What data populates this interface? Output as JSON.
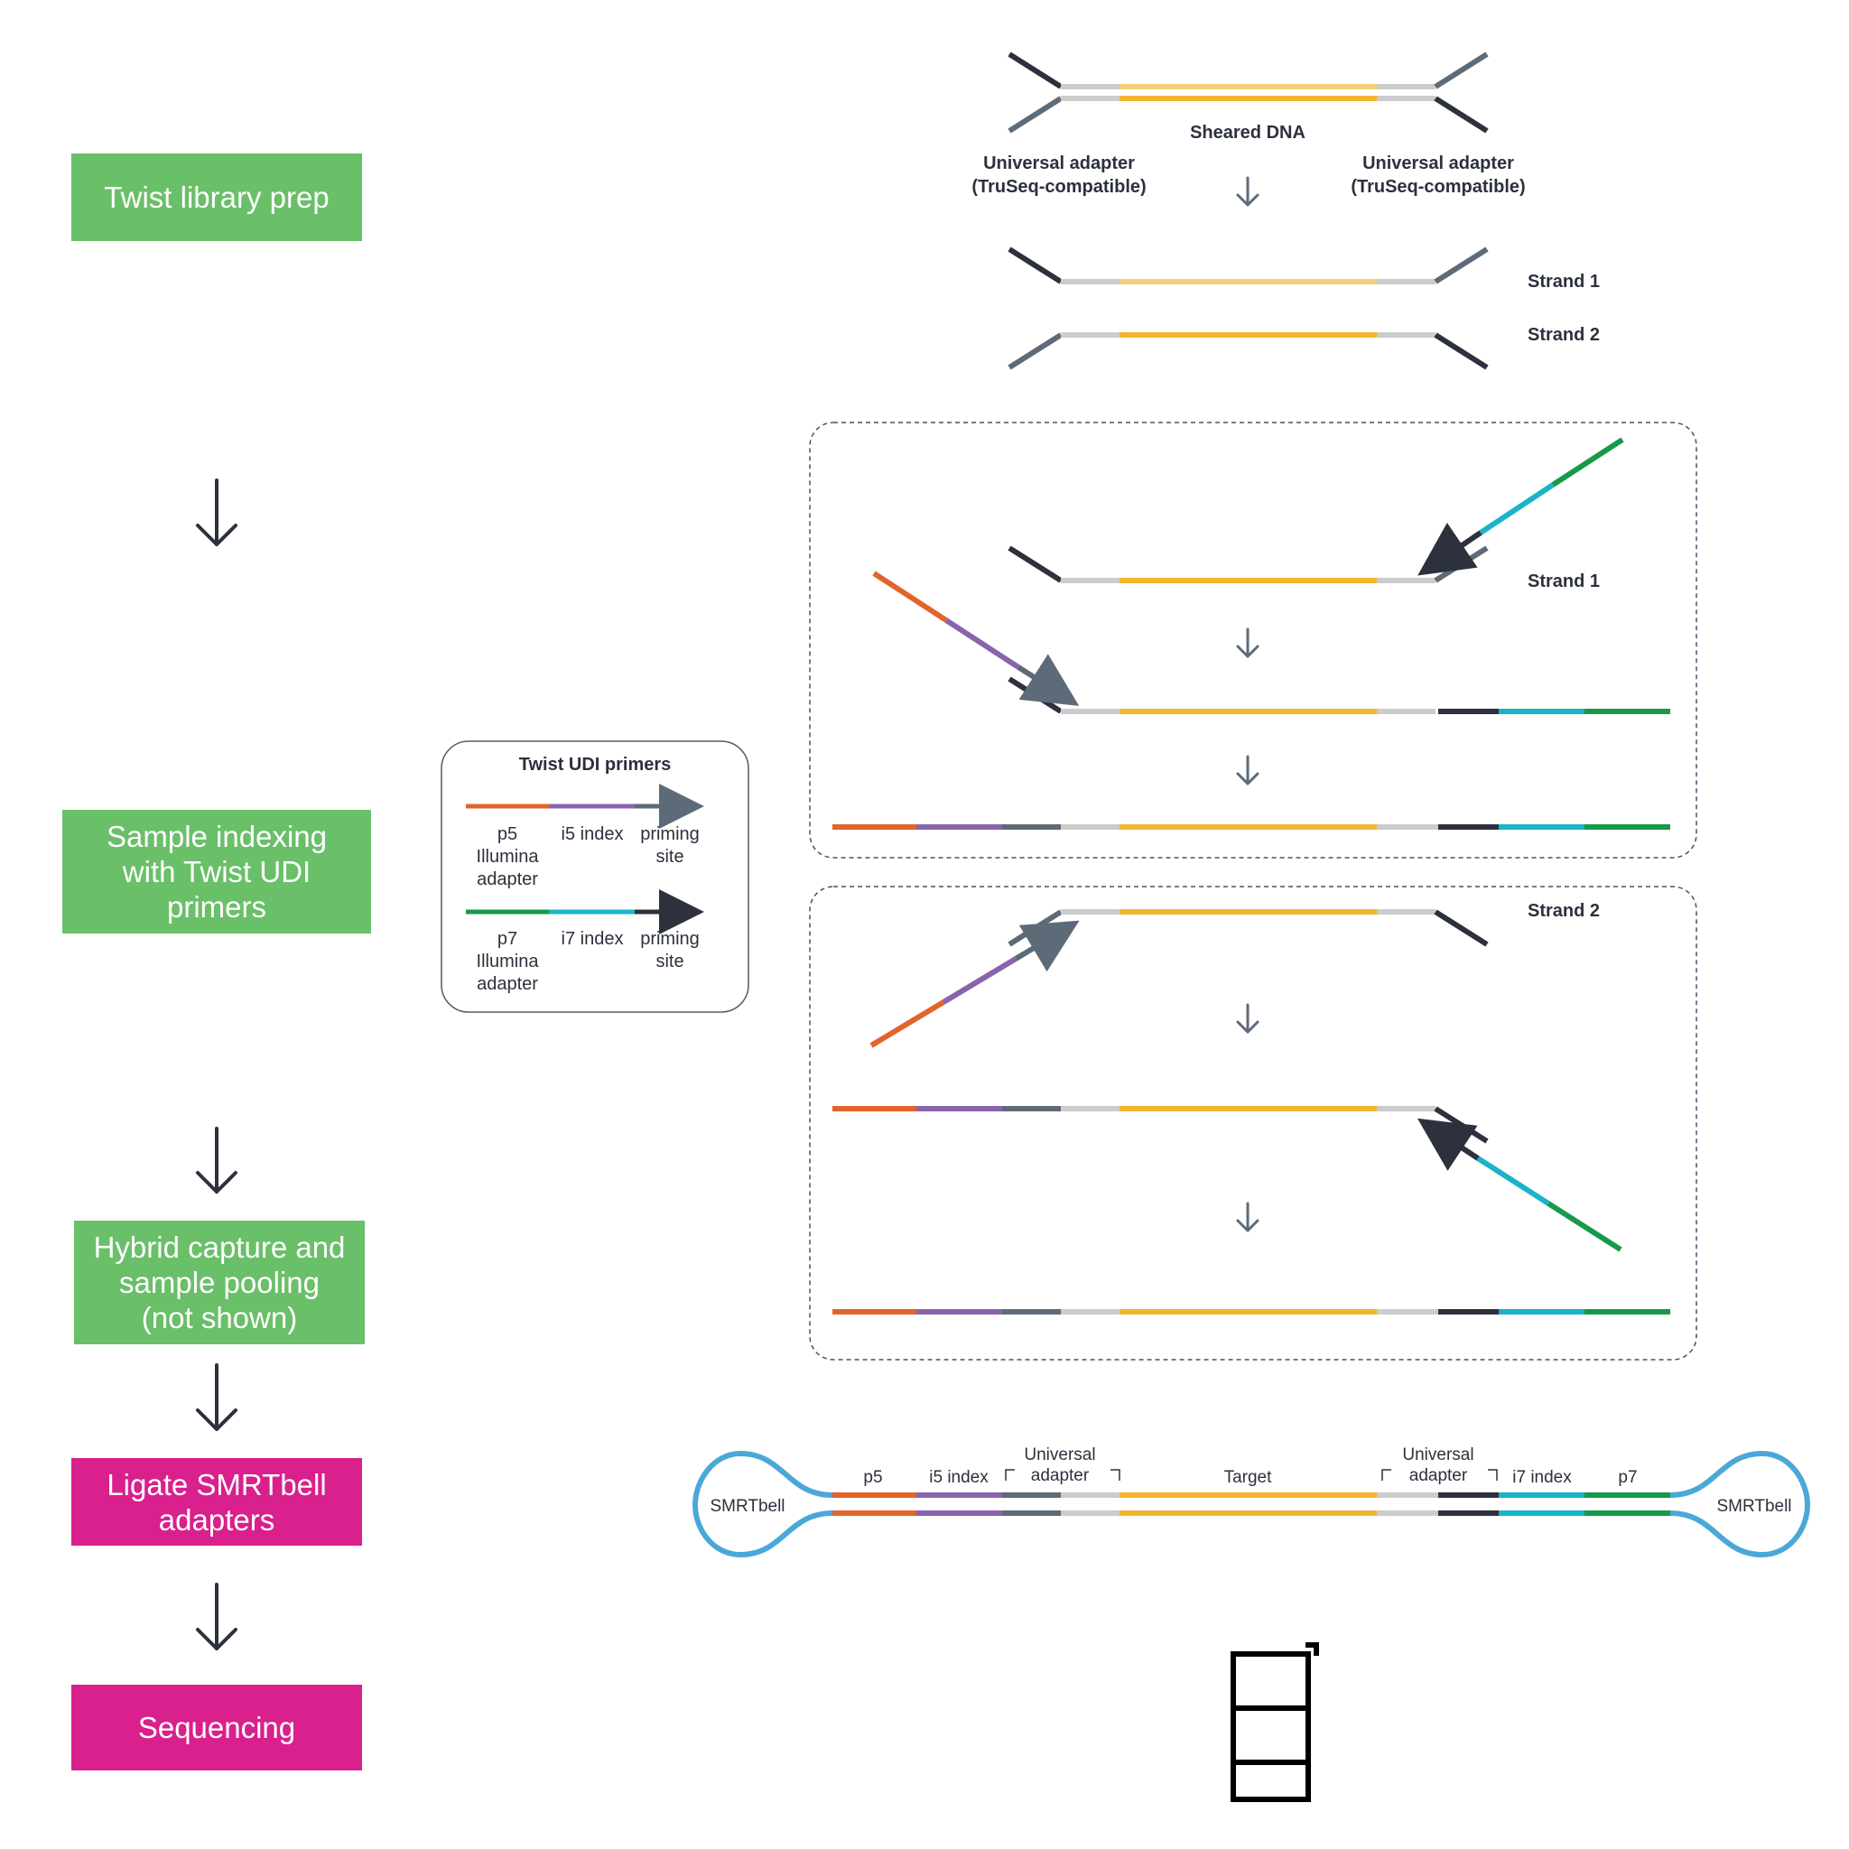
{
  "colors": {
    "p5": "#e2642a",
    "i5": "#8a63ad",
    "priming": "#5d6a78",
    "adapter_gray": "#cccccc",
    "target": "#f1b630",
    "target_light": "#f4cf7a",
    "dark": "#2c313d",
    "i7": "#1ab3c8",
    "p7": "#17994a",
    "smrtbell": "#4aa8d8",
    "green_box": "#6abf69",
    "magenta_box": "#d9208c",
    "arrow": "#5d6a78",
    "dashed": "#4a4f6a"
  },
  "steps": [
    {
      "label": "Twist library prep",
      "color": "green"
    },
    {
      "label": "Sample indexing\nwith Twist UDI\nprimers",
      "color": "green"
    },
    {
      "label": "Hybrid capture and\nsample pooling\n(not shown)",
      "color": "green"
    },
    {
      "label": "Ligate SMRTbell\nadapters",
      "color": "magenta"
    },
    {
      "label": "Sequencing",
      "color": "magenta"
    }
  ],
  "top": {
    "sheared_label": "Sheared DNA",
    "left_adapter_line1": "Universal adapter",
    "left_adapter_line2": "(TruSeq-compatible)",
    "right_adapter_line1": "Universal adapter",
    "right_adapter_line2": "(TruSeq-compatible)",
    "strand1": "Strand 1",
    "strand2": "Strand 2"
  },
  "panel1": {
    "strand_label": "Strand 1"
  },
  "panel2": {
    "strand_label": "Strand 2"
  },
  "legend": {
    "title": "Twist UDI primers",
    "row1": {
      "a_line1": "p5",
      "a_line2": "Illumina",
      "a_line3": "adapter",
      "b": "i5 index",
      "c_line1": "priming",
      "c_line2": "site"
    },
    "row2": {
      "a_line1": "p7",
      "a_line2": "Illumina",
      "a_line3": "adapter",
      "b": "i7 index",
      "c_line1": "priming",
      "c_line2": "site"
    }
  },
  "smrt": {
    "left_bell": "SMRTbell",
    "right_bell": "SMRTbell",
    "p5": "p5",
    "i5": "i5 index",
    "univ_left_line1": "Universal",
    "univ_left_line2": "adapter",
    "target": "Target",
    "univ_right_line1": "Universal",
    "univ_right_line2": "adapter",
    "i7": "i7 index",
    "p7": "p7"
  }
}
